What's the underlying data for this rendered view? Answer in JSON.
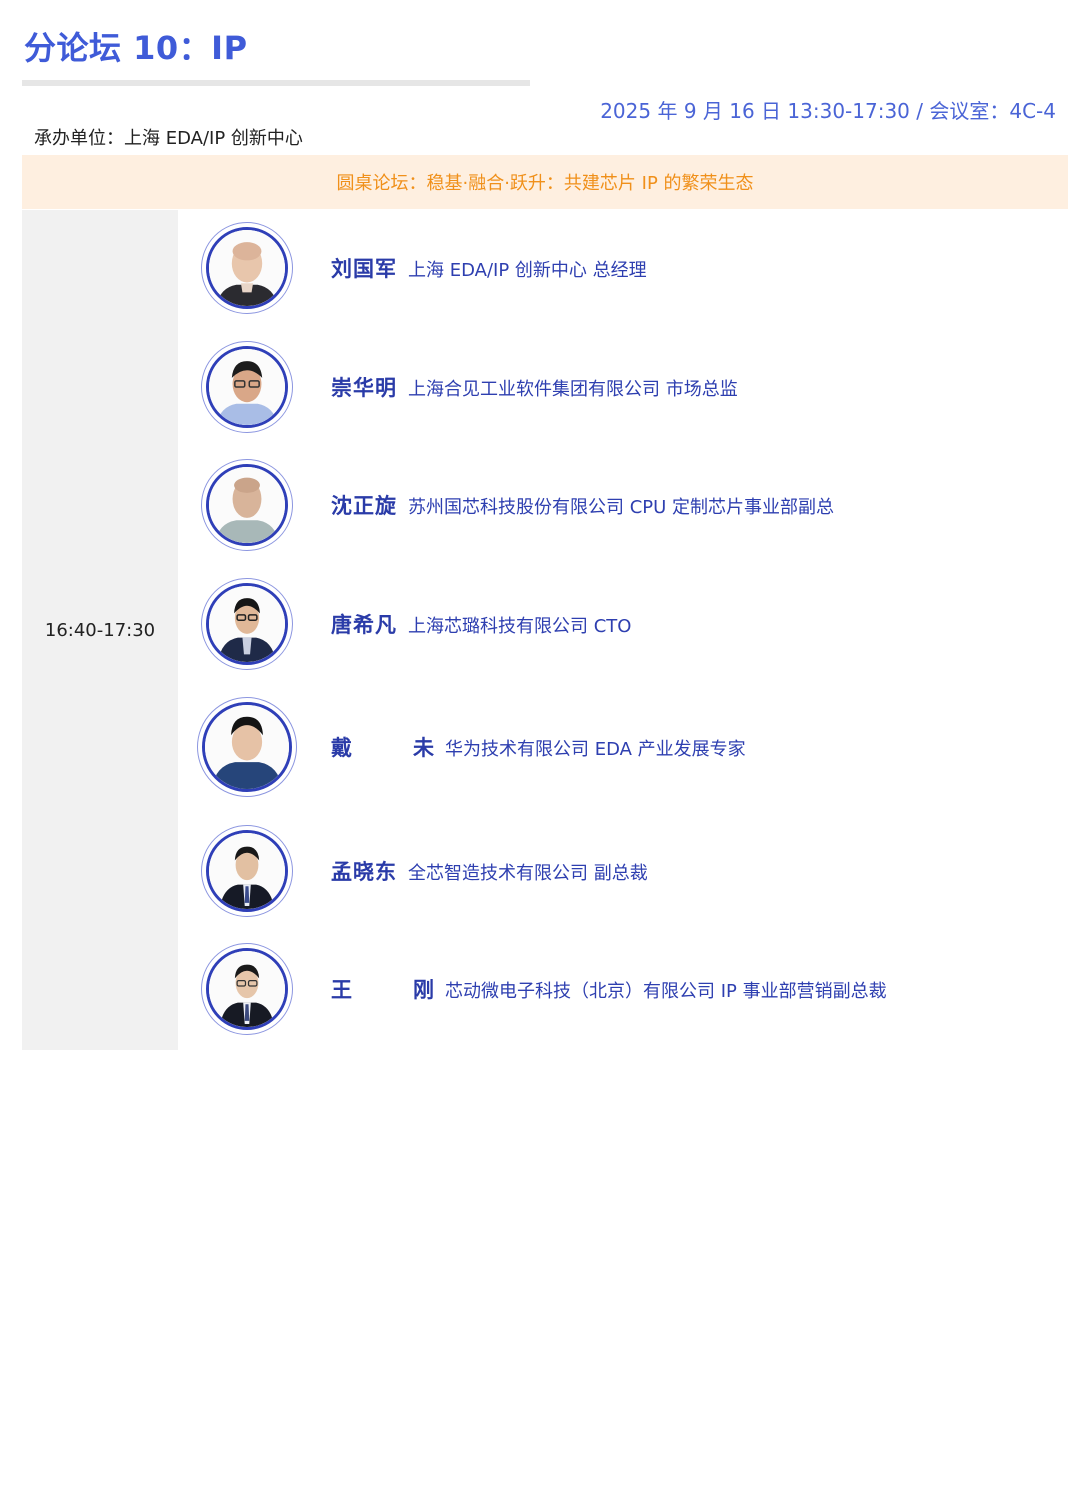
{
  "header": {
    "title": "分论坛 10：IP",
    "datetime_location": "2025 年 9 月 16 日 13:30-17:30 /  会议室：4C-4",
    "host": "承办单位：上海 EDA/IP 创新中心"
  },
  "session": {
    "banner_title": "圆桌论坛：稳基·融合·跃升：共建芯片 IP 的繁荣生态",
    "time": "16:40-17:30"
  },
  "colors": {
    "title_blue": "#3f5bd8",
    "banner_bg": "#feefe0",
    "banner_text": "#f0901a",
    "time_col_bg": "#f1f1f1",
    "speaker_blue": "#2a3ba8",
    "avatar_ring": "#2f3fb8"
  },
  "speakers": [
    {
      "name": "刘国军",
      "description": "上海 EDA/IP 创新中心  总经理",
      "avatar": "portrait-photo"
    },
    {
      "name": "崇华明",
      "description": "上海合见工业软件集团有限公司  市场总监",
      "avatar": "portrait-photo"
    },
    {
      "name": "沈正旋",
      "description": "苏州国芯科技股份有限公司  CPU 定制芯片事业部副总",
      "avatar": "portrait-photo"
    },
    {
      "name": "唐希凡",
      "description": "上海芯璐科技有限公司  CTO",
      "avatar": "portrait-photo"
    },
    {
      "name": "戴　未",
      "description": "华为技术有限公司  EDA 产业发展专家",
      "avatar": "portrait-photo"
    },
    {
      "name": "孟晓东",
      "description": "全芯智造技术有限公司  副总裁",
      "avatar": "portrait-photo"
    },
    {
      "name": "王　刚",
      "description": "芯动微电子科技（北京）有限公司  IP 事业部营销副总裁",
      "avatar": "portrait-photo"
    }
  ]
}
